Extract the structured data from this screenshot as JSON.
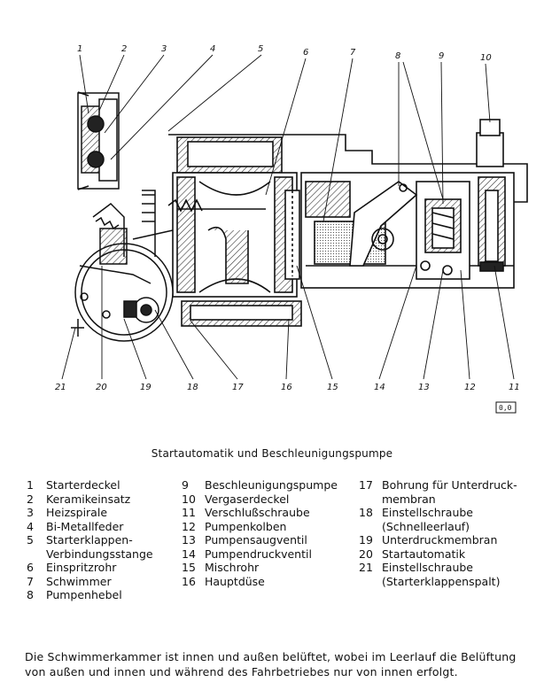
{
  "figure": {
    "callouts_top": [
      "1",
      "2",
      "3",
      "4",
      "5",
      "6",
      "7",
      "8",
      "9",
      "10"
    ],
    "callouts_bottom": [
      "21",
      "20",
      "19",
      "18",
      "17",
      "16",
      "15",
      "14",
      "13",
      "12",
      "11"
    ],
    "badge": "0,0"
  },
  "caption": "Startautomatik und Beschleunigungspumpe",
  "legend": [
    {
      "num": "1",
      "label": "Starterdeckel"
    },
    {
      "num": "2",
      "label": "Keramikeinsatz"
    },
    {
      "num": "3",
      "label": "Heizspirale"
    },
    {
      "num": "4",
      "label": "Bi-Metallfeder"
    },
    {
      "num": "5",
      "label": "Starterklappen-\nVerbindungsstange"
    },
    {
      "num": "6",
      "label": "Einspritzrohr"
    },
    {
      "num": "7",
      "label": "Schwimmer"
    },
    {
      "num": "8",
      "label": "Pumpenhebel"
    },
    {
      "num": "9",
      "label": "Beschleunigungspumpe"
    },
    {
      "num": "10",
      "label": "Vergaserdeckel"
    },
    {
      "num": "11",
      "label": "Verschlußschraube"
    },
    {
      "num": "12",
      "label": "Pumpenkolben"
    },
    {
      "num": "13",
      "label": "Pumpensaugventil"
    },
    {
      "num": "14",
      "label": "Pumpendruckventil"
    },
    {
      "num": "15",
      "label": "Mischrohr"
    },
    {
      "num": "16",
      "label": "Hauptdüse"
    },
    {
      "num": "17",
      "label": "Bohrung für Unterdruck-\nmembran"
    },
    {
      "num": "18",
      "label": "Einstellschraube\n(Schnelleerlauf)"
    },
    {
      "num": "19",
      "label": "Unterdruckmembran"
    },
    {
      "num": "20",
      "label": "Startautomatik"
    },
    {
      "num": "21",
      "label": "Einstellschraube\n(Starterklappenspalt)"
    }
  ],
  "note": "Die Schwimmerkammer ist innen und außen belüftet, wobei im Leerlauf die Belüftung von außen und innen und während des Fahrbetriebes nur von innen erfolgt.",
  "colors": {
    "ink": "#111111",
    "paper": "#ffffff",
    "hatch": "#444444"
  }
}
